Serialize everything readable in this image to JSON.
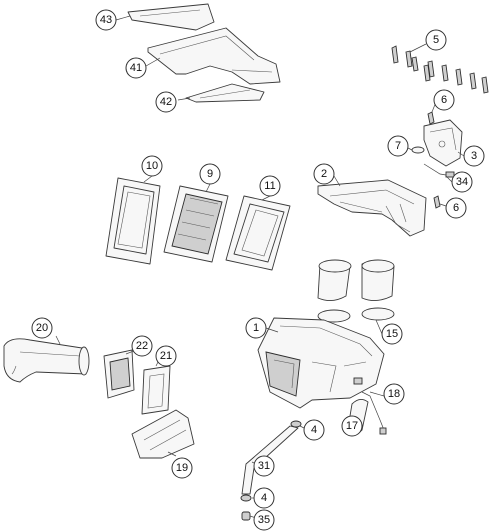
{
  "callouts": {
    "c43": "43",
    "c41": "41",
    "c42": "42",
    "c5": "5",
    "c6a": "6",
    "c7": "7",
    "c3": "3",
    "c34": "34",
    "c6b": "6",
    "c2": "2",
    "c10": "10",
    "c9": "9",
    "c11": "11",
    "c1": "1",
    "c15": "15",
    "c20": "20",
    "c22": "22",
    "c21": "21",
    "c19": "19",
    "c4a": "4",
    "c17": "17",
    "c18": "18",
    "c31": "31",
    "c4b": "4",
    "c35": "35"
  },
  "colors": {
    "line": "#3a3a3a",
    "fill": "#f7f7f7",
    "shade": "#cfcfcf"
  }
}
